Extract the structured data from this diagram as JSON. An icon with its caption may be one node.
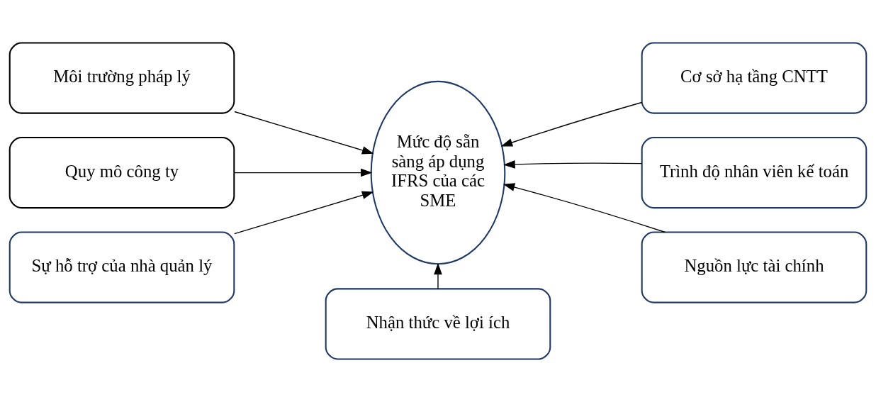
{
  "diagram": {
    "nodes": [
      {
        "text": [
          "Môi trường pháp lý"
        ]
      },
      {
        "text": [
          "Cơ sở hạ tầng CNTT"
        ]
      },
      {
        "text": [
          "Mức độ sẵn sàng áp dụng IFRS của các SME"
        ]
      },
      {
        "text": [
          "Quy mô công ty"
        ]
      },
      {
        "text": [
          "Trình độ nhân viên kế toán"
        ]
      },
      {
        "text": [
          "Sự hỗ trợ của nhà quản lý"
        ]
      },
      {
        "text": [
          "Nguồn lực tài chính"
        ]
      },
      {
        "text": [
          "Nhận thức về lợi ích"
        ]
      }
    ],
    "edges": [
      {
        "from": 0,
        "to": 2,
        "arrow": "to"
      },
      {
        "from": 1,
        "to": 2,
        "arrow": "to"
      },
      {
        "from": 3,
        "to": 2,
        "arrow": "to"
      },
      {
        "from": 4,
        "to": 2,
        "arrow": "to"
      },
      {
        "from": 5,
        "to": 2,
        "arrow": "to"
      },
      {
        "from": 6,
        "to": 2,
        "arrow": "to"
      },
      {
        "from": 7,
        "to": 2,
        "arrow": "to"
      }
    ]
  }
}
